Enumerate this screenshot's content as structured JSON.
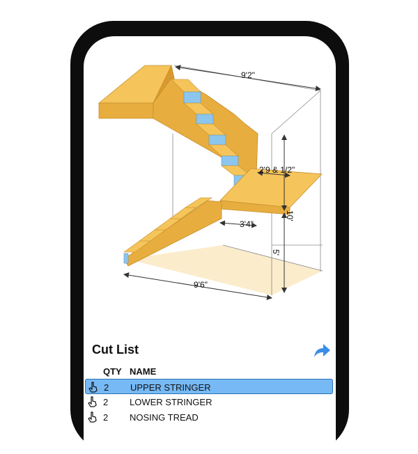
{
  "dimensions": {
    "top_width": "9'2\"",
    "landing_width": "2'9 & 1/2\"",
    "upper_height": "10'",
    "landing_depth": "3'4\"",
    "lower_height": "5'",
    "bottom_width": "9'6\""
  },
  "cut_list": {
    "title": "Cut List",
    "share_icon": "share-arrow-icon",
    "accent_color": "#3a8ee6",
    "headers": {
      "qty": "QTY",
      "name": "NAME"
    },
    "rows": [
      {
        "qty": "2",
        "name": "UPPER STRINGER",
        "selected": true
      },
      {
        "qty": "2",
        "name": "LOWER STRINGER",
        "selected": false
      },
      {
        "qty": "2",
        "name": "NOSING TREAD",
        "selected": false
      }
    ]
  }
}
